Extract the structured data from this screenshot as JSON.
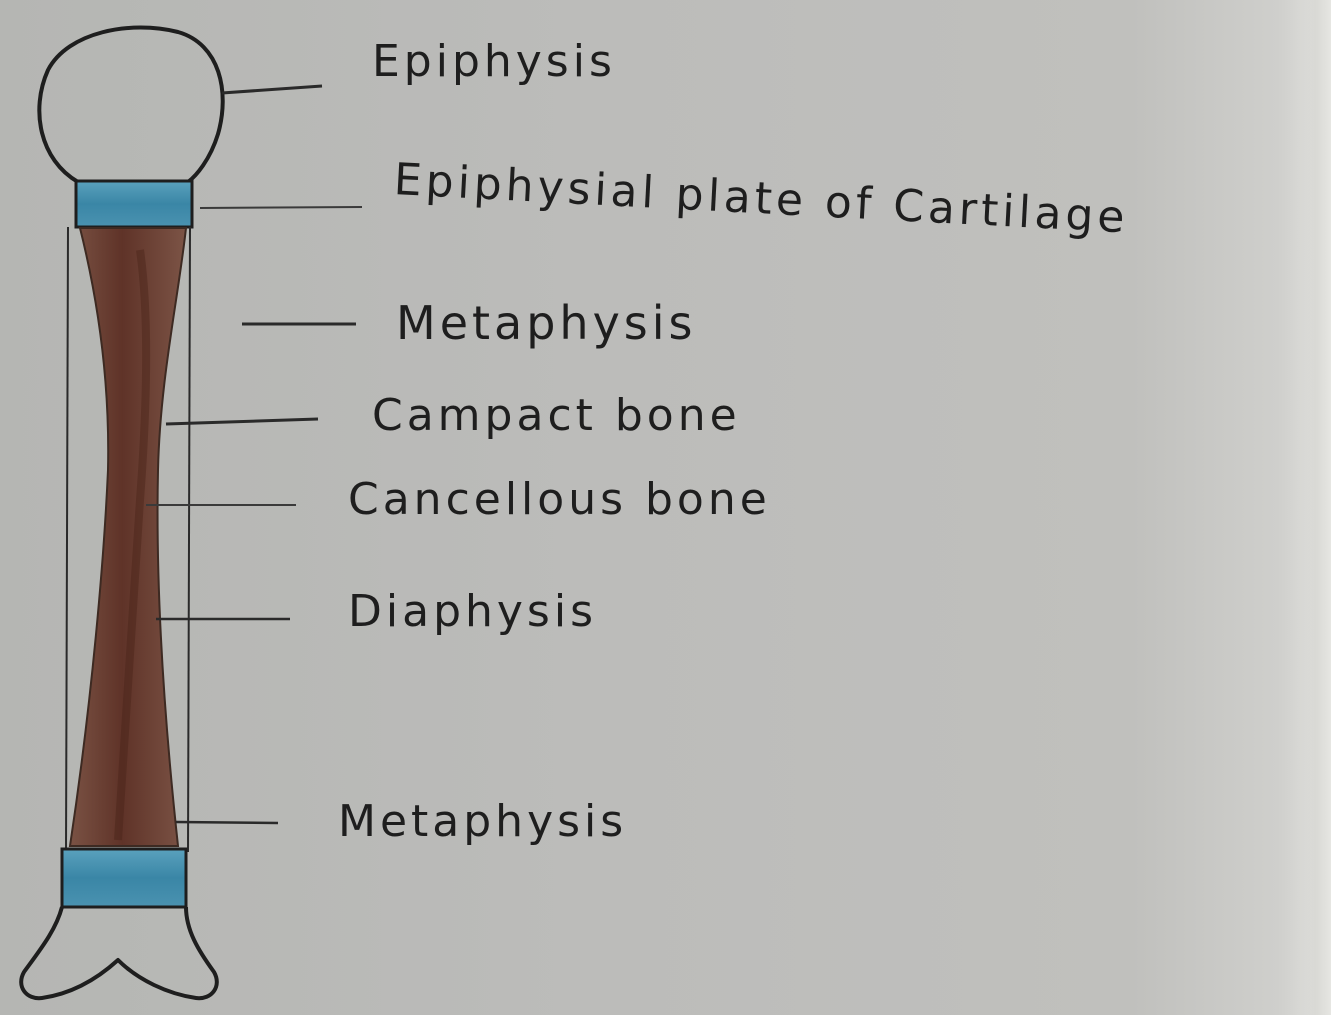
{
  "labels": {
    "epiphysis": "Epiphysis",
    "epiphysial_plate": "Epiphysial plate of Cartilage",
    "metaphysis_top": "Metaphysis",
    "compact_bone": "Campact bone",
    "cancellous_bone": "Cancellous bone",
    "diaphysis": "Diaphysis",
    "metaphysis_bottom": "Metaphysis"
  },
  "colors": {
    "paper": "#bcbcba",
    "ink": "#1e1e1e",
    "cartilage_blue": "#3f89a8",
    "bone_brown": "#6b3b2c"
  }
}
